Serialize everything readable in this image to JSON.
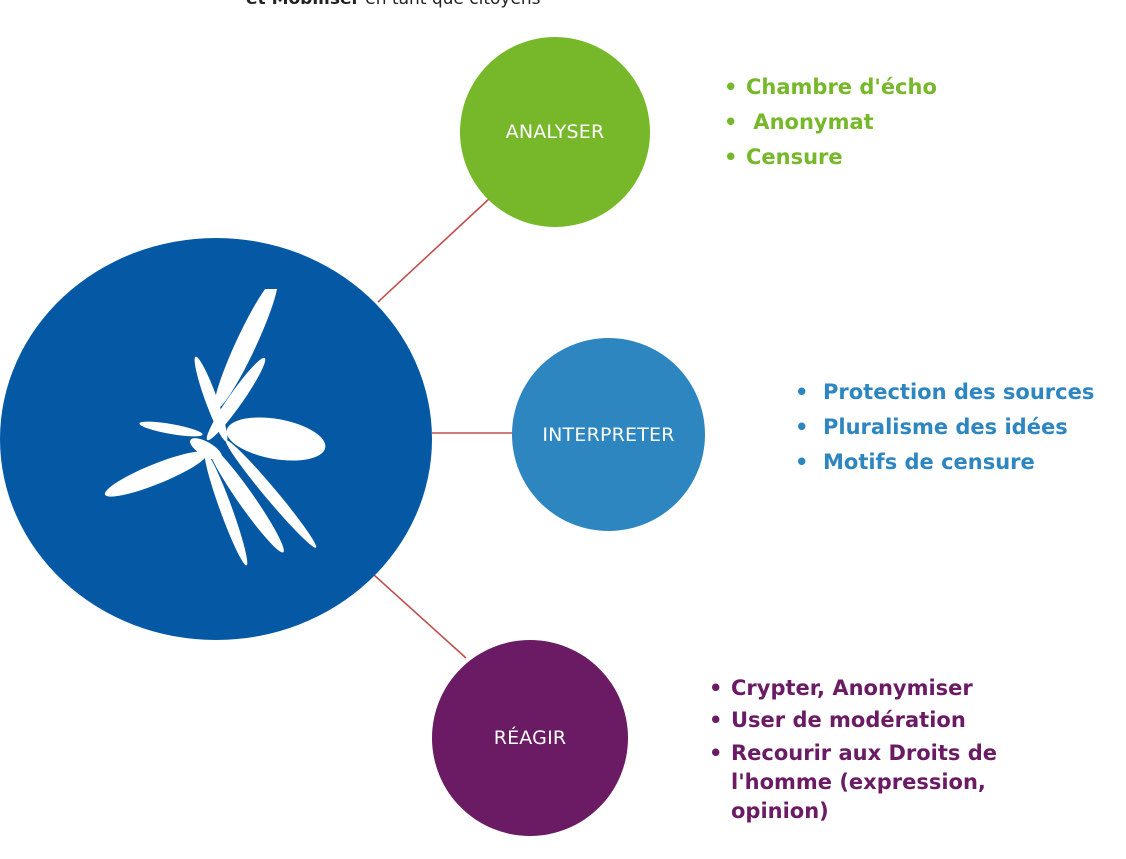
{
  "header": {
    "bold_text": "et Mobiliser",
    "rest_text": " en tant que citoyens"
  },
  "hub": {
    "logo_icon": "white-petal-logo-icon",
    "color": "#0559a4"
  },
  "nodes": [
    {
      "label": "ANALYSER",
      "color": "#76b82a",
      "items": [
        "Chambre d'écho",
        " Anonymat",
        "Censure"
      ]
    },
    {
      "label": "INTERPRETER",
      "color": "#2e86c1",
      "items": [
        "Protection des sources",
        "Pluralisme des idées",
        "Motifs de censure"
      ]
    },
    {
      "label": "RÉAGIR",
      "color": "#6a1b63",
      "items": [
        "Crypter, Anonymiser",
        "User de modération",
        " Recourir aux Droits de l'homme (expression, opinion)"
      ]
    }
  ],
  "connector_color": "#c0504d"
}
